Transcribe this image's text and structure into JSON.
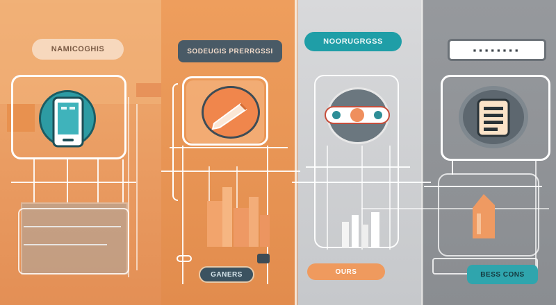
{
  "labels": {
    "panel1_title": "NAMICOGHIS",
    "panel2_title": "SODEUGIS PRERRGSSI",
    "panel3_title": "NOORUGRGSS",
    "panel4_title": "▪▪▪▪▪▪▪▪",
    "panel2_button": "GANERS",
    "panel3_button": "OURS",
    "panel4_button": "BESS CONS"
  },
  "colors": {
    "orange_light": "#f0ae73",
    "orange": "#e28c4d",
    "teal": "#1f9ea7",
    "slate": "#495a66",
    "gray_light": "#d8d9db",
    "gray": "#8a8d91",
    "white": "#ffffff"
  },
  "icons": {
    "panel1": "smartphone-icon",
    "panel2": "pencil-icon",
    "panel3": "toggle-icon",
    "panel4": "document-list-icon"
  }
}
